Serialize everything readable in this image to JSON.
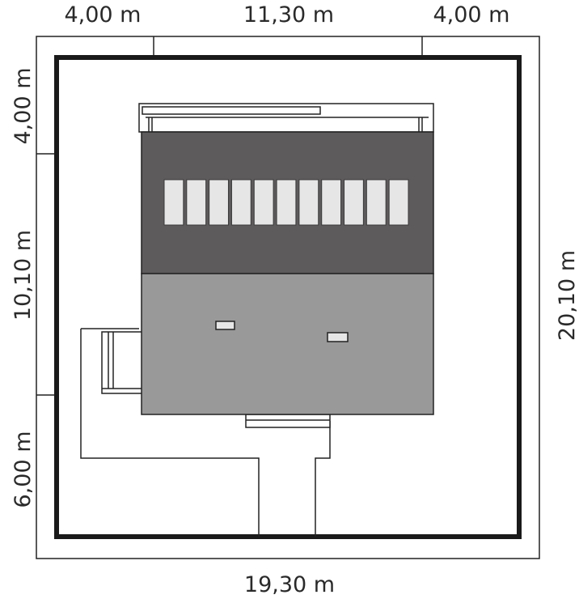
{
  "dimensions": {
    "top": [
      "4,00 m",
      "11,30 m",
      "4,00 m"
    ],
    "bottom": "19,30 m",
    "left": [
      "4,00 m",
      "10,10 m",
      "6,00 m"
    ],
    "right": "20,10 m"
  },
  "colors": {
    "roof_dark": "#5e5b5c",
    "roof_light": "#999999",
    "plot_border": "#1a1a1a",
    "skylight": "#e6e6e6",
    "line": "#222222"
  }
}
